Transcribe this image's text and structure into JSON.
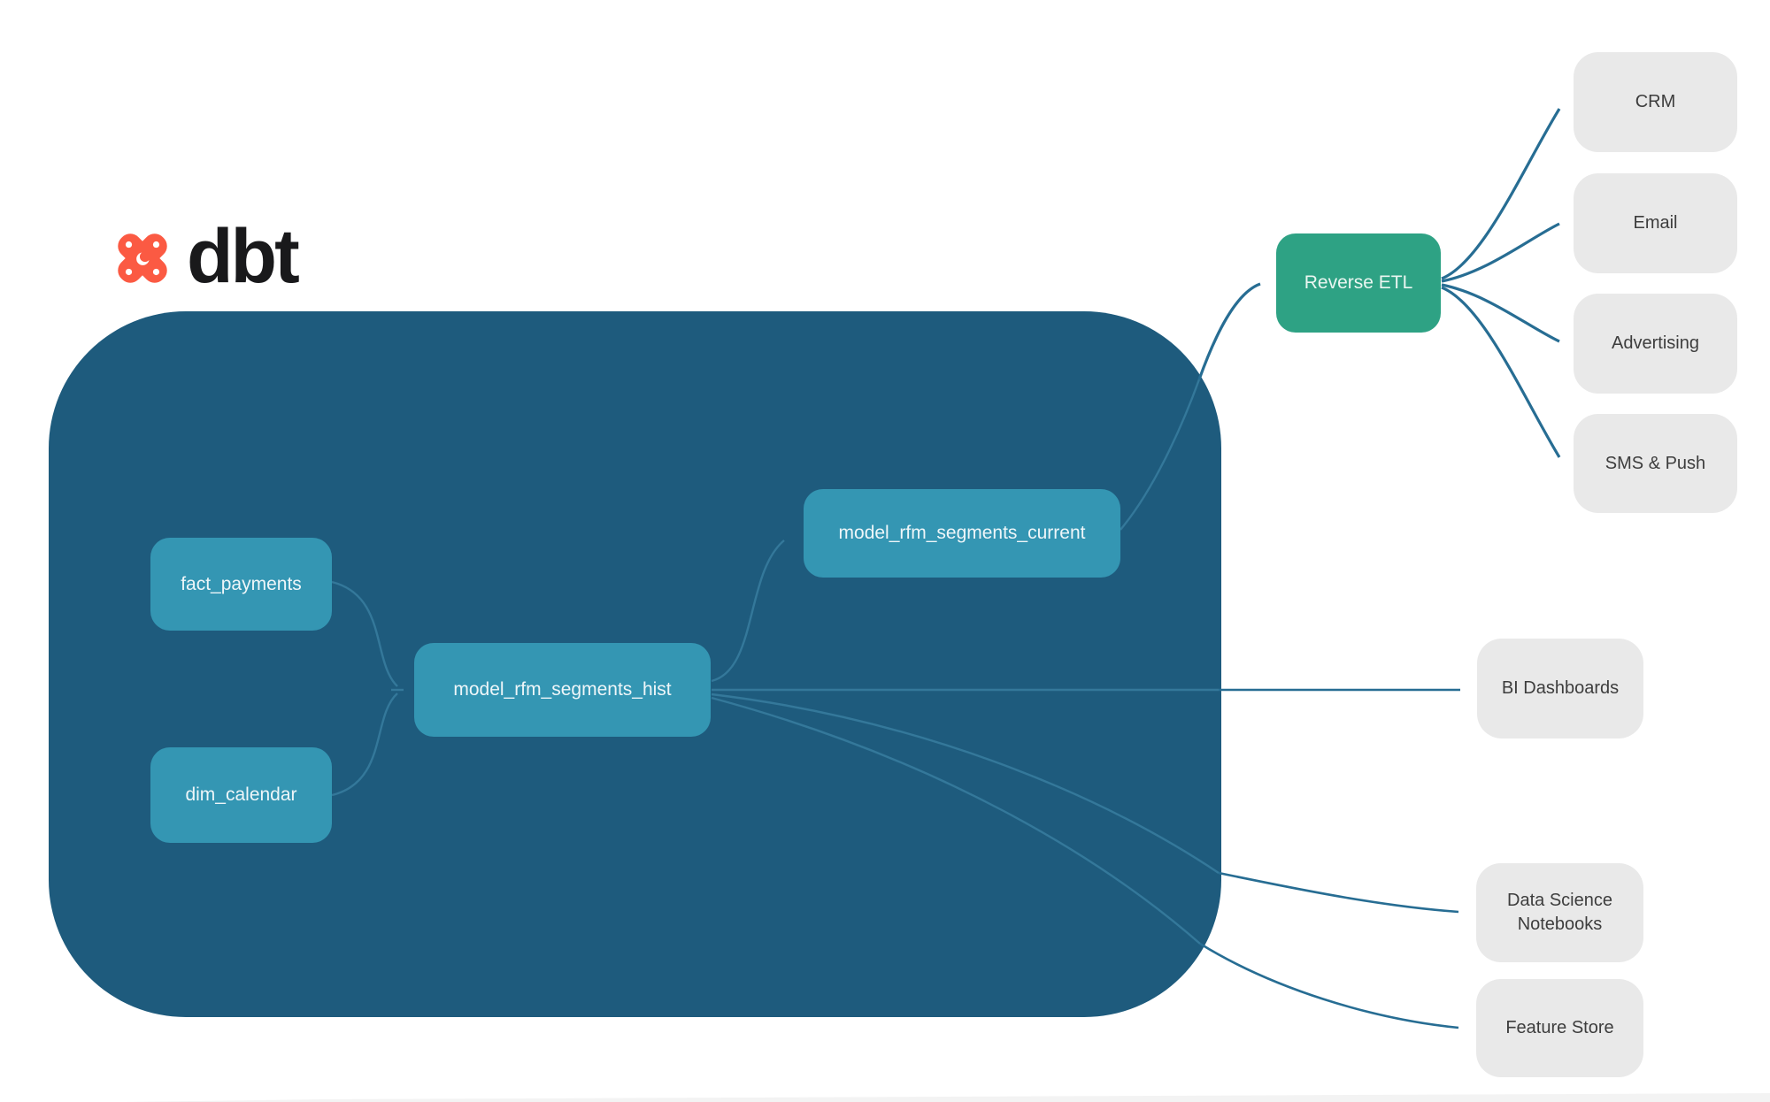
{
  "logo": {
    "brand": "dbt"
  },
  "colors": {
    "container_bg": "#1e5b7d",
    "node_bg": "#3496b3",
    "node_text": "#eef6f9",
    "reverse_etl_bg": "#2ea284",
    "dest_bg": "#e9e9e9",
    "dest_text": "#3d3d3d",
    "edge_inner": "#34789a",
    "edge_outer": "#276d93",
    "logo_orange": "#fb5a43",
    "logo_text": "#19191b"
  },
  "nodes": {
    "fact_payments": {
      "label": "fact_payments"
    },
    "dim_calendar": {
      "label": "dim_calendar"
    },
    "model_rfm_segments_hist": {
      "label": "model_rfm_segments_hist"
    },
    "model_rfm_segments_current": {
      "label": "model_rfm_segments_current"
    },
    "reverse_etl": {
      "label": "Reverse ETL"
    },
    "crm": {
      "label": "CRM"
    },
    "email": {
      "label": "Email"
    },
    "advertising": {
      "label": "Advertising"
    },
    "sms_push": {
      "label": "SMS & Push"
    },
    "bi_dashboards": {
      "label": "BI Dashboards"
    },
    "data_science_notebooks": {
      "label": "Data Science Notebooks"
    },
    "feature_store": {
      "label": "Feature Store"
    }
  },
  "edges": [
    {
      "from": "fact_payments",
      "to": "model_rfm_segments_hist"
    },
    {
      "from": "dim_calendar",
      "to": "model_rfm_segments_hist"
    },
    {
      "from": "model_rfm_segments_hist",
      "to": "model_rfm_segments_current"
    },
    {
      "from": "model_rfm_segments_hist",
      "to": "bi_dashboards"
    },
    {
      "from": "model_rfm_segments_hist",
      "to": "data_science_notebooks"
    },
    {
      "from": "model_rfm_segments_hist",
      "to": "feature_store"
    },
    {
      "from": "model_rfm_segments_current",
      "to": "reverse_etl"
    },
    {
      "from": "reverse_etl",
      "to": "crm"
    },
    {
      "from": "reverse_etl",
      "to": "email"
    },
    {
      "from": "reverse_etl",
      "to": "advertising"
    },
    {
      "from": "reverse_etl",
      "to": "sms_push"
    }
  ]
}
